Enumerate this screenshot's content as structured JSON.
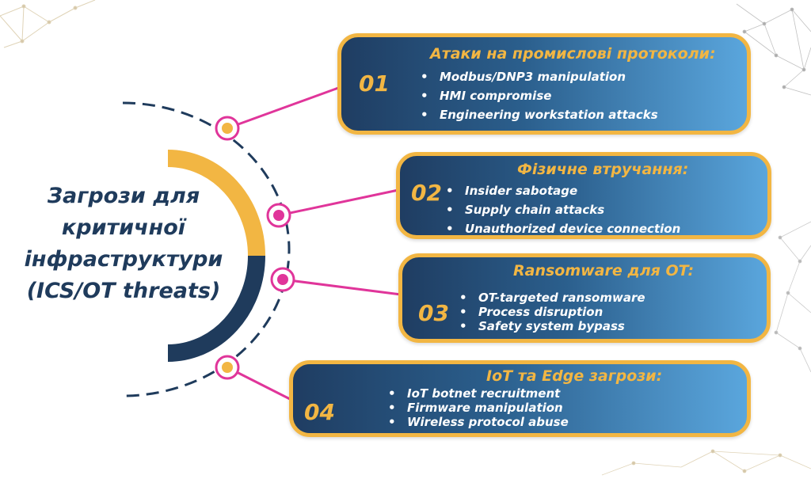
{
  "title_lines": [
    "Загрози для",
    "критичної",
    "інфраструктури",
    "(ICS/OT threats)"
  ],
  "colors": {
    "navy": "#1f3d62",
    "gold": "#f2b643",
    "magenta": "#e0359a",
    "card_gradient_end": "#5aa6dd"
  },
  "cards": [
    {
      "number": "01",
      "heading": "Атаки на промислові протоколи:",
      "items": [
        "Modbus/DNP3 manipulation",
        "HMI compromise",
        "Engineering workstation attacks"
      ]
    },
    {
      "number": "02",
      "heading": "Фізичне втручання:",
      "items": [
        "Insider sabotage",
        "Supply chain attacks",
        "Unauthorized device connection"
      ]
    },
    {
      "number": "03",
      "heading": "Ransomware для OT:",
      "items": [
        "OT-targeted ransomware",
        "Process disruption",
        "Safety system bypass"
      ]
    },
    {
      "number": "04",
      "heading": "IoT та Edge загрози:",
      "items": [
        "IoT botnet recruitment",
        "Firmware manipulation",
        "Wireless protocol abuse"
      ]
    }
  ]
}
